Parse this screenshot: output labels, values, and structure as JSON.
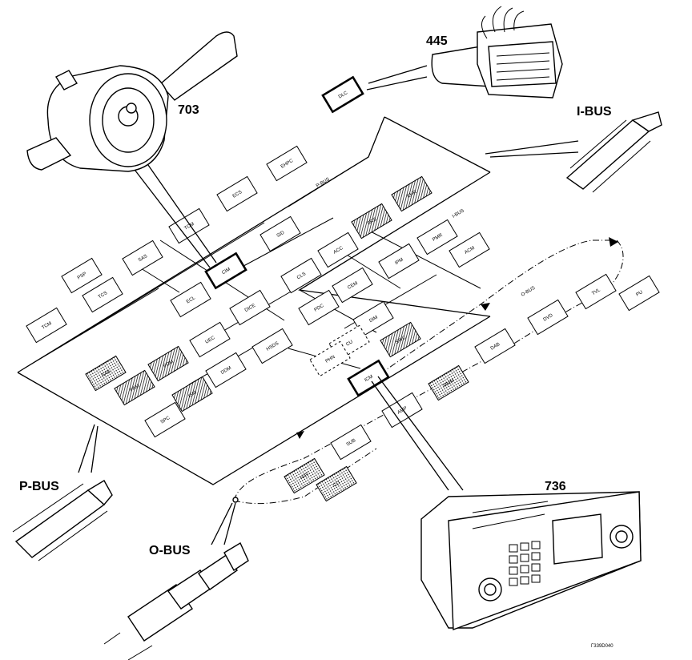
{
  "labels": {
    "c445": "445",
    "c703": "703",
    "c736": "736",
    "ibus": "I-BUS",
    "pbus": "P-BUS",
    "obus": "O-BUS",
    "pbus_inline": "P-BUS",
    "ibus_inline": "I-BUS",
    "obus_inline": "O-BUS",
    "figure_code": "Г339D040"
  },
  "modules": {
    "dlc": "DLC",
    "ehpc": "EHPC",
    "ecs": "ECS",
    "tcm": "TCM",
    "gen1": "SRS",
    "sid": "SID",
    "cim": "CIM",
    "ehr": "EHR",
    "sas": "SAS",
    "rsp": "PSP",
    "tcs": "TCS",
    "tcm2": "TCM",
    "ecl": "ECL",
    "dice": "DICE",
    "cls": "CLS",
    "acc": "ACC",
    "ipm": "IPM",
    "pmr": "PMR",
    "acm": "ACM",
    "cem": "CEM",
    "pdc": "PDC",
    "dim": "DIM",
    "swc": "SWC",
    "hsds": "HSDS",
    "uec": "UEC",
    "ddm": "DDM",
    "pdm": "PDM",
    "aab": "AAB",
    "pam": "PAM",
    "ism": "ISM",
    "spc": "SPC",
    "icm": "ICM",
    "mmm": "MMM",
    "amp": "AMP",
    "sub": "SUB",
    "nav": "NAV",
    "cd": "CD",
    "dab": "DAB",
    "dvd": "DVD",
    "tvl": "TVL",
    "pu": "PU",
    "cu": "CU",
    "phn": "PHN"
  },
  "colors": {
    "ink": "#000000",
    "paper": "#ffffff"
  }
}
